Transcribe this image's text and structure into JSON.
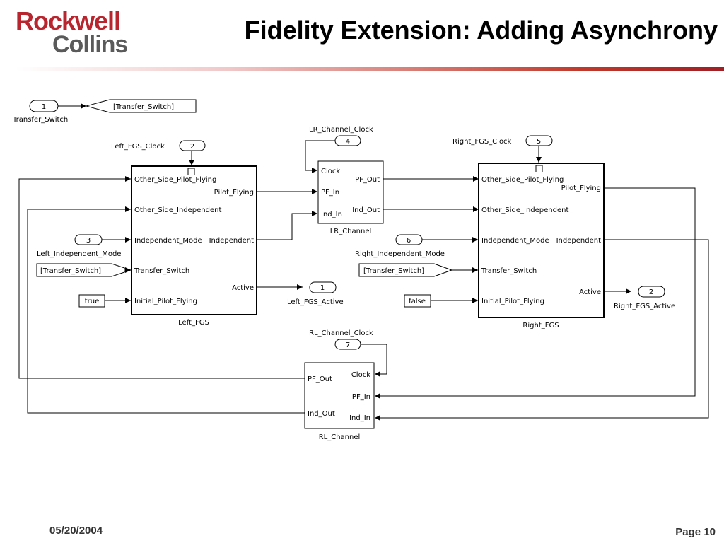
{
  "logo": {
    "line1": "Rockwell",
    "line2": "Collins"
  },
  "title": "Fidelity Extension: Adding Asynchrony",
  "footer": {
    "date": "05/20/2004",
    "page": "Page 10"
  },
  "diagram": {
    "inports": {
      "transfer_switch": {
        "num": "1",
        "label": "Transfer_Switch"
      },
      "left_fgs_clock": {
        "num": "2",
        "label": "Left_FGS_Clock"
      },
      "left_independent_mode": {
        "num": "3",
        "label": "Left_Independent_Mode"
      },
      "lr_channel_clock": {
        "num": "4",
        "label": "LR_Channel_Clock"
      },
      "right_fgs_clock": {
        "num": "5",
        "label": "Right_FGS_Clock"
      },
      "right_independent_mode": {
        "num": "6",
        "label": "Right_Independent_Mode"
      },
      "rl_channel_clock": {
        "num": "7",
        "label": "RL_Channel_Clock"
      }
    },
    "outports": {
      "left_fgs_active": {
        "num": "1",
        "label": "Left_FGS_Active"
      },
      "right_fgs_active": {
        "num": "2",
        "label": "Right_FGS_Active"
      }
    },
    "goto_tag": "[Transfer_Switch]",
    "from_tag": "[Transfer_Switch]",
    "constants": {
      "left": "true",
      "right": "false"
    },
    "left_fgs": {
      "name": "Left_FGS",
      "in_other_side_pilot_flying": "Other_Side_Pilot_Flying",
      "in_other_side_independent": "Other_Side_Independent",
      "in_independent_mode": "Independent_Mode",
      "in_transfer_switch": "Transfer_Switch",
      "in_initial_pilot_flying": "Initial_Pilot_Flying",
      "out_pilot_flying": "Pilot_Flying",
      "out_independent": "Independent",
      "out_active": "Active"
    },
    "right_fgs": {
      "name": "Right_FGS",
      "in_other_side_pilot_flying": "Other_Side_Pilot_Flying",
      "in_other_side_independent": "Other_Side_Independent",
      "in_independent_mode": "Independent_Mode",
      "in_transfer_switch": "Transfer_Switch",
      "in_initial_pilot_flying": "Initial_Pilot_Flying",
      "out_pilot_flying": "Pilot_Flying",
      "out_independent": "Independent",
      "out_active": "Active"
    },
    "lr_channel": {
      "name": "LR_Channel",
      "in_clock": "Clock",
      "in_pf_in": "PF_In",
      "in_ind_in": "Ind_In",
      "out_pf_out": "PF_Out",
      "out_ind_out": "Ind_Out"
    },
    "rl_channel": {
      "name": "RL_Channel",
      "in_clock": "Clock",
      "in_pf_in": "PF_In",
      "in_ind_in": "Ind_In",
      "out_pf_out": "PF_Out",
      "out_ind_out": "Ind_Out"
    }
  }
}
